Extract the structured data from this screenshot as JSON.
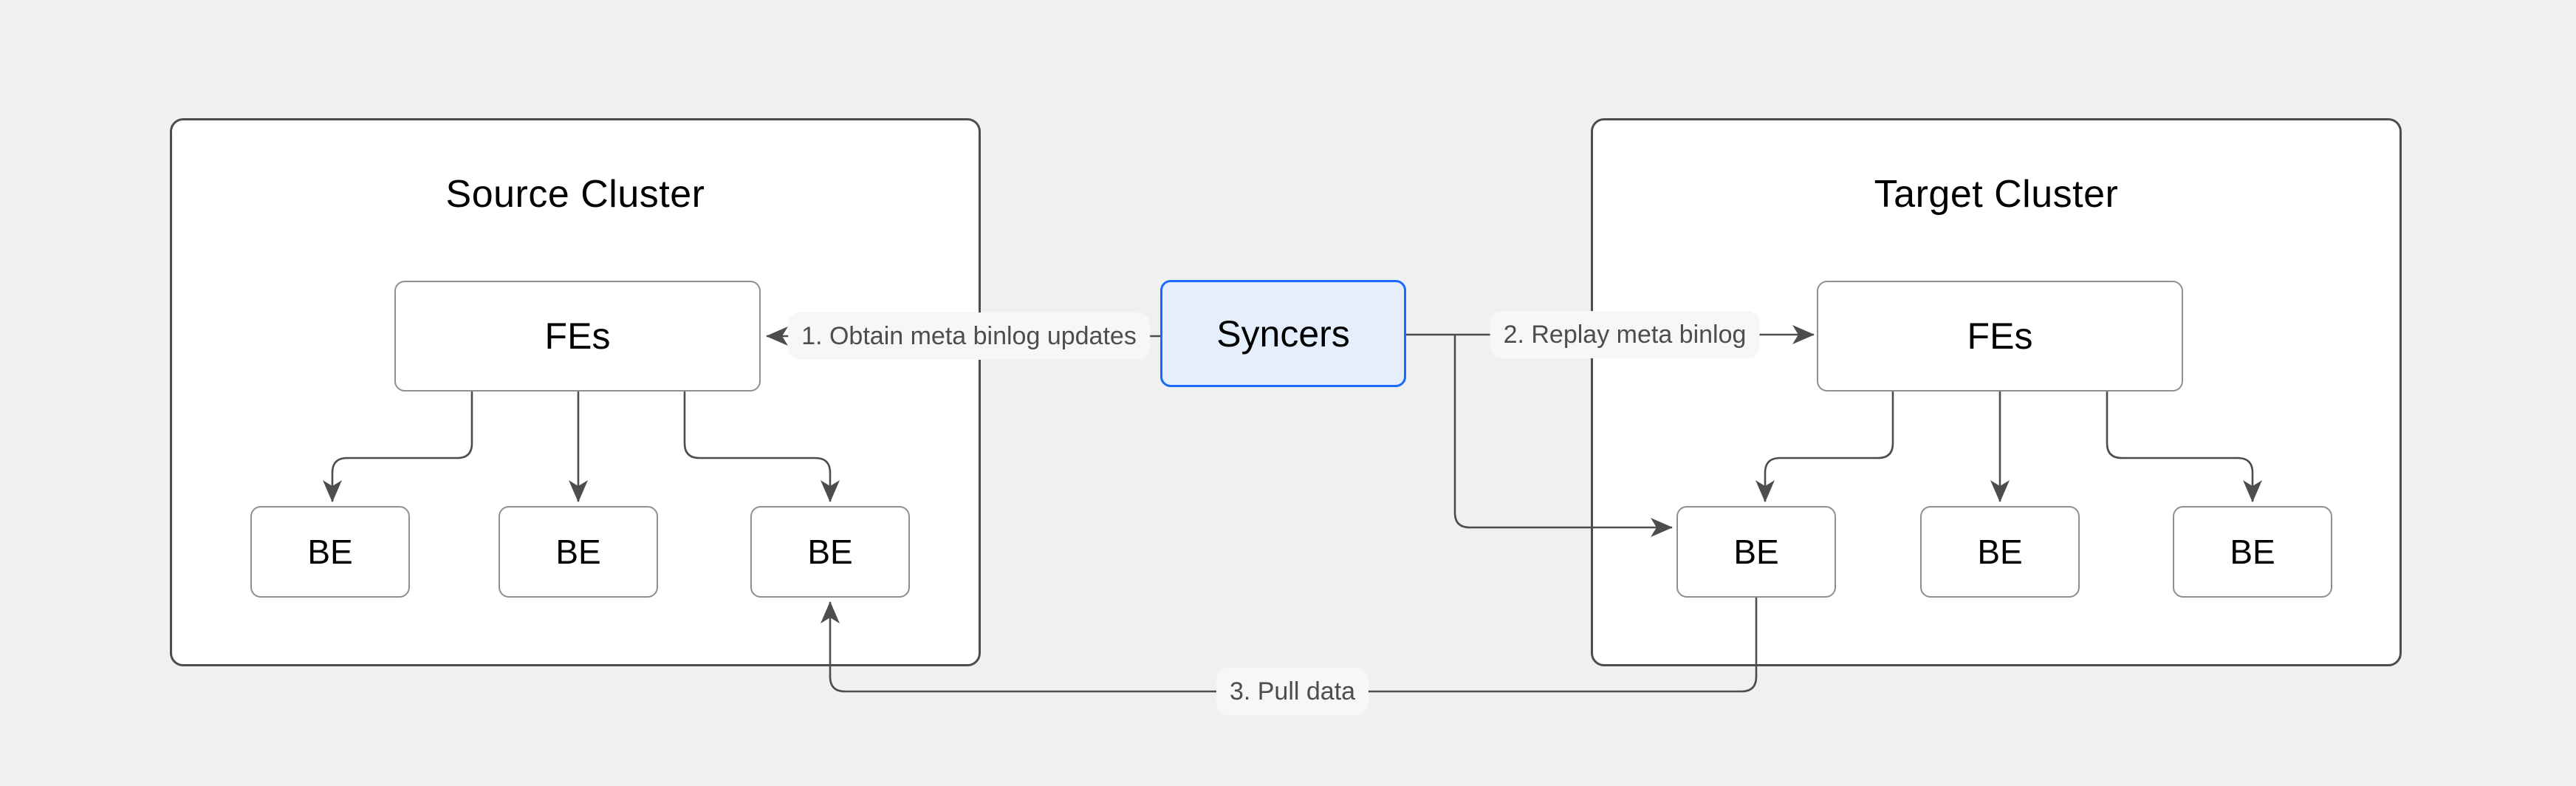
{
  "diagram": {
    "source_cluster": {
      "title": "Source Cluster",
      "fe_label": "FEs",
      "be_labels": [
        "BE",
        "BE",
        "BE"
      ]
    },
    "target_cluster": {
      "title": "Target Cluster",
      "fe_label": "FEs",
      "be_labels": [
        "BE",
        "BE",
        "BE"
      ]
    },
    "syncers": {
      "label": "Syncers"
    },
    "edges": [
      {
        "label": "1. Obtain meta binlog updates"
      },
      {
        "label": "2. Replay meta binlog"
      },
      {
        "label": "3. Pull data"
      }
    ]
  },
  "colors": {
    "bg": "#f0f0f0",
    "cluster-border": "#4d4d4d",
    "node-border": "#8f8f8f",
    "line": "#4d4d4d",
    "syncer-border": "#1a6aff",
    "syncer-fill": "#e4eefc",
    "label-text": "#4d4d4d",
    "label-bg": "#f7f7f7"
  }
}
